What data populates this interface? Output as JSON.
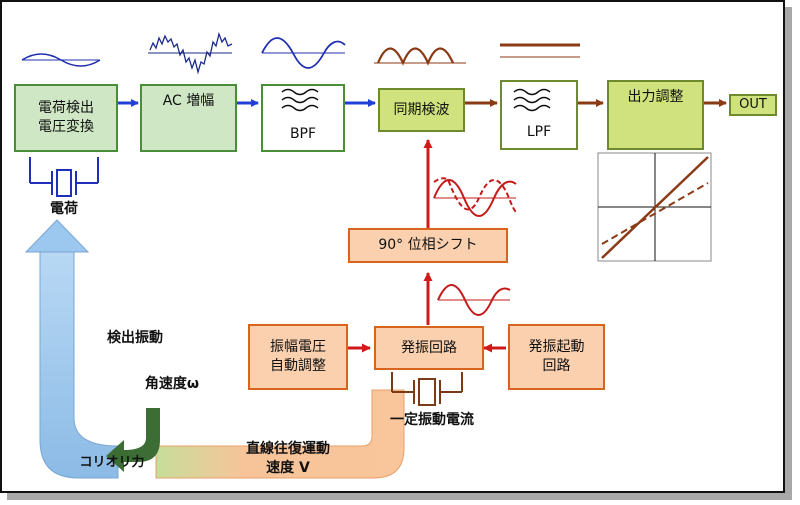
{
  "blocks": {
    "charge_detect": "電荷検出\n電圧変換",
    "ac_amp": "AC 増幅",
    "bpf": "BPF",
    "sync_detect": "同期検波",
    "lpf": "LPF",
    "output_adjust": "出力調整",
    "out": "OUT",
    "phase_shift": "90° 位相シフト",
    "oscillator": "発振回路",
    "amp_control": "振幅電圧\n自動調整",
    "start_circuit": "発振起動\n回路"
  },
  "labels": {
    "charge": "電荷",
    "detect_vibration": "検出振動",
    "angular_velocity": "角速度ω",
    "coriolis": "コリオリ力",
    "linear_velocity": "直線往復運動\n速度 V",
    "constant_current": "一定振動電流"
  },
  "colors": {
    "green_fill": "#cfe7c4",
    "green_border": "#4b8e3a",
    "yellow_fill": "#cfe27d",
    "orange_fill": "#fbd0ae",
    "orange_border": "#d8641e",
    "blue_arrow": "#1f3fd6",
    "brown_arrow": "#8b3a16",
    "red_arrow": "#d01a1a",
    "light_blue": "#a9cdee",
    "peach": "#f9c396"
  }
}
